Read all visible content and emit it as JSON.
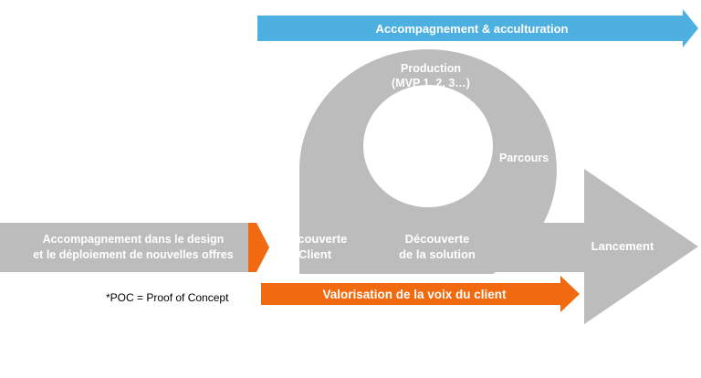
{
  "diagram": {
    "top_banner": {
      "label": "Accompagnement & acculturation",
      "color": "#4db0e0"
    },
    "left_arrow": {
      "line1": "Accompagnement dans le design",
      "line2": "et le déploiement de nouvelles offres",
      "chevron_color": "#f26a10"
    },
    "loop": {
      "production_line1": "Production",
      "production_line2": "(MVP 1, 2, 3…)",
      "parcours": "Parcours",
      "decouverte_client_line1": "Découverte",
      "decouverte_client_line2": "Client",
      "decouverte_solution_line1": "Découverte",
      "decouverte_solution_line2": "de la solution",
      "color": "#bcbcbc"
    },
    "launch_arrow": {
      "label": "Lancement",
      "color": "#bcbcbc"
    },
    "bottom_banner": {
      "label": "Valorisation de la voix du client",
      "color": "#f26a10"
    },
    "footnote": "*POC = Proof of Concept"
  }
}
